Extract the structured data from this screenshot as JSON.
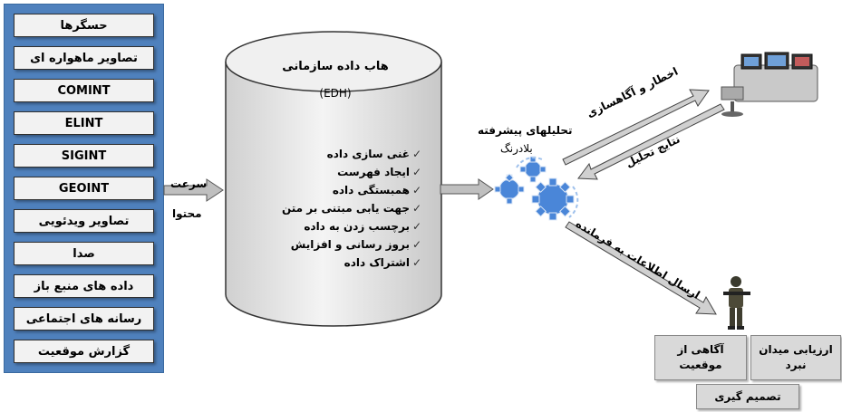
{
  "sources": {
    "items": [
      "حسگرها",
      "تصاویر ماهواره ای",
      "COMINT",
      "ELINT",
      "SIGINT",
      "GEOINT",
      "تصاویر ویدئویی",
      "صدا",
      "داده های منبع باز",
      "رسانه های اجتماعی",
      "گزارش موقعیت"
    ]
  },
  "arrow_left_label": {
    "line1": "سرعت",
    "line2": "محتوا"
  },
  "hub": {
    "title": "هاب داده سازمانی",
    "abbr": "(EDH)",
    "features": [
      "غنی سازی داده",
      "ایجاد فهرست",
      "همبستگی داده",
      "جهت یابی مبتنی بر متن",
      "برچسب زدن به داده",
      "بروز رسانی و افزایش",
      "اشتراک داده"
    ],
    "check_mark": "✓"
  },
  "analytics": {
    "line1": "تحلیلهای پیشرفته",
    "line2": "بلادرنگ"
  },
  "arrows": {
    "alert": "اخطار و آگاهسازی",
    "results": "نتایج تحلیل",
    "to_commander": "ارسال اطلاعات به فرمانده"
  },
  "outputs": {
    "situational_awareness": "آگاهی از موقعیت",
    "battlefield_assessment": "ارزیابی میدان نبرد",
    "decision": "تصمیم گیری"
  },
  "colors": {
    "panel_blue": "#4f81bd",
    "gear_blue": "#4a86d8",
    "box_grey": "#d9d9d9",
    "cylinder_grey": "#e6e6e6"
  }
}
